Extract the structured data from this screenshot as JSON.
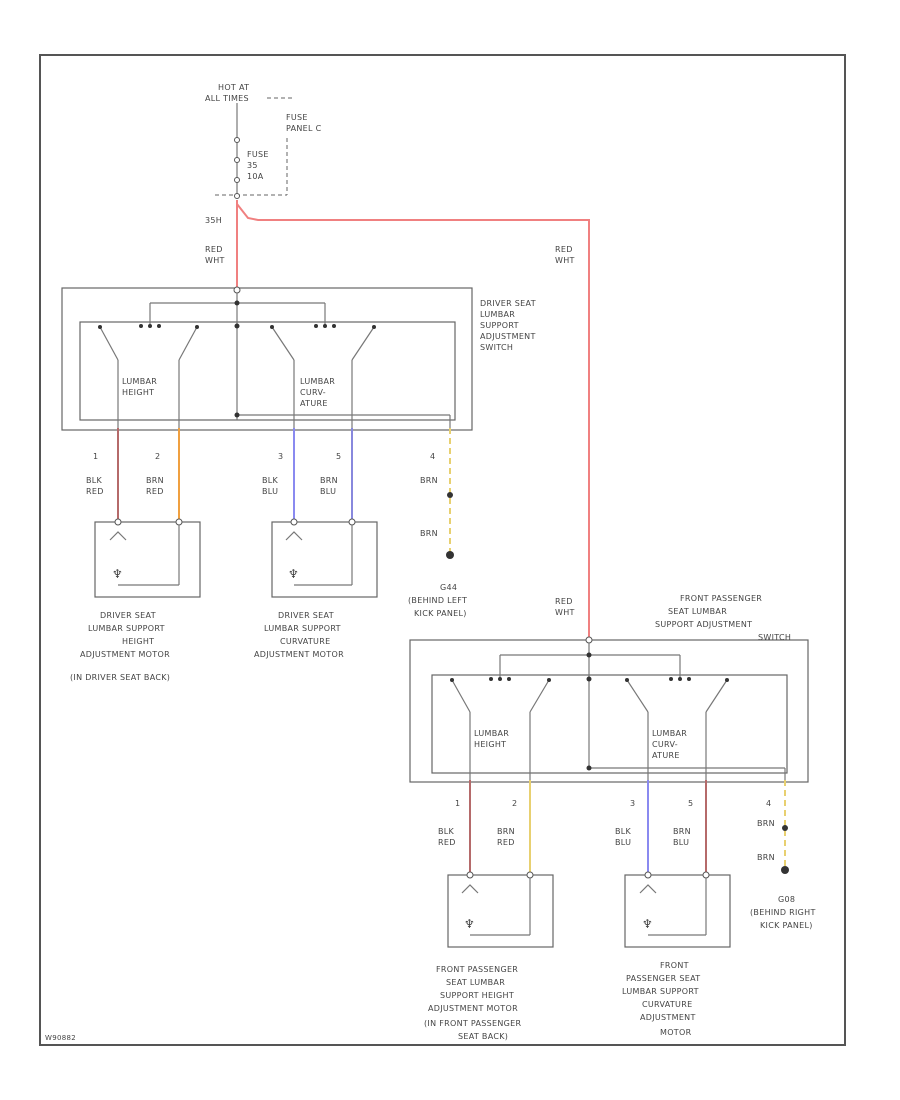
{
  "colors": {
    "red_wht": "#f08080",
    "blk_red": "#b56a6a",
    "brn_red": "#f0a040",
    "blk_blu": "#8a8af0",
    "brn_blu": "#8888dd",
    "brn": "#e8d070",
    "frame": "#555555"
  },
  "power": {
    "hot_at_line1": "HOT AT",
    "hot_at_line2": "ALL TIMES",
    "fuse_panel_line1": "FUSE",
    "fuse_panel_line2": "PANEL C",
    "fuse_line1": "FUSE",
    "fuse_line2": "35",
    "fuse_line3": "10A",
    "terminal": "35H"
  },
  "wires": {
    "red_wht_1": "RED",
    "red_wht_2": "WHT",
    "blk": "BLK",
    "red": "RED",
    "brn": "BRN",
    "blu": "BLU"
  },
  "driver_switch": {
    "title_line1": "DRIVER SEAT",
    "title_line2": "LUMBAR",
    "title_line3": "SUPPORT",
    "title_line4": "ADJUSTMENT",
    "title_line5": "SWITCH",
    "height_line1": "LUMBAR",
    "height_line2": "HEIGHT",
    "curv_line1": "LUMBAR",
    "curv_line2": "CURV-",
    "curv_line3": "ATURE",
    "pins": [
      "1",
      "2",
      "3",
      "5",
      "4"
    ]
  },
  "driver_ground": {
    "line1": "G44",
    "line2": "(BEHIND LEFT",
    "line3": "KICK PANEL)"
  },
  "driver_height_motor": {
    "line1": "DRIVER SEAT",
    "line2": "LUMBAR SUPPORT",
    "line3": "HEIGHT",
    "line4": "ADJUSTMENT MOTOR",
    "line5": "(IN DRIVER SEAT BACK)"
  },
  "driver_curv_motor": {
    "line1": "DRIVER SEAT",
    "line2": "LUMBAR SUPPORT",
    "line3": "CURVATURE",
    "line4": "ADJUSTMENT MOTOR"
  },
  "pass_switch": {
    "title_line1": "FRONT PASSENGER",
    "title_line2": "SEAT LUMBAR",
    "title_line3": "SUPPORT ADJUSTMENT",
    "title_line4": "SWITCH",
    "height_line1": "LUMBAR",
    "height_line2": "HEIGHT",
    "curv_line1": "LUMBAR",
    "curv_line2": "CURV-",
    "curv_line3": "ATURE",
    "pins": [
      "1",
      "2",
      "3",
      "5",
      "4"
    ]
  },
  "pass_ground": {
    "line1": "G08",
    "line2": "(BEHIND RIGHT",
    "line3": "KICK PANEL)"
  },
  "pass_height_motor": {
    "line1": "FRONT PASSENGER",
    "line2": "SEAT LUMBAR",
    "line3": "SUPPORT HEIGHT",
    "line4": "ADJUSTMENT MOTOR",
    "line5": "(IN FRONT PASSENGER",
    "line6": "SEAT BACK)"
  },
  "pass_curv_motor": {
    "line1": "FRONT",
    "line2": "PASSENGER SEAT",
    "line3": "LUMBAR SUPPORT",
    "line4": "CURVATURE",
    "line5": "ADJUSTMENT",
    "line6": "MOTOR"
  },
  "footer": {
    "code": "W90882"
  }
}
